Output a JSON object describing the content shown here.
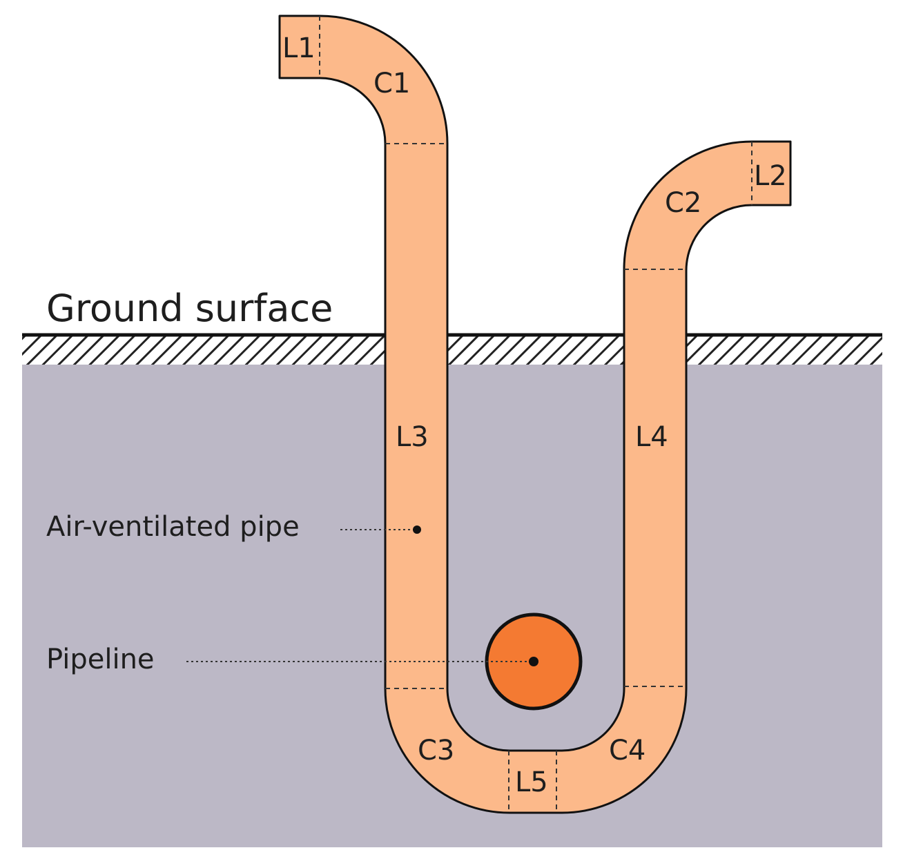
{
  "labels": {
    "ground_surface": "Ground surface",
    "air_ventilated_pipe": "Air-ventilated pipe",
    "pipeline": "Pipeline"
  },
  "segments": {
    "L1": "L1",
    "L2": "L2",
    "L3": "L3",
    "L4": "L4",
    "L5": "L5",
    "C1": "C1",
    "C2": "C2",
    "C3": "C3",
    "C4": "C4"
  },
  "colors": {
    "soil": "#bcb8c6",
    "pipe_fill": "#fcb98a",
    "pipeline_fill": "#f47a32",
    "outline": "#111111"
  }
}
